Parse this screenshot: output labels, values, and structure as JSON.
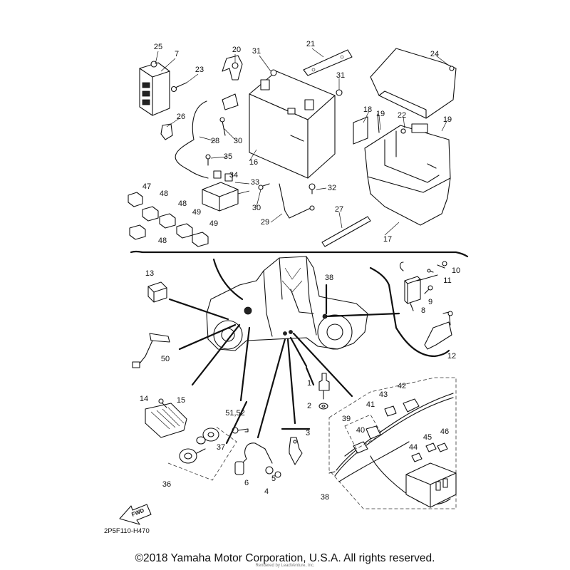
{
  "diagram": {
    "code": "2P5F110-H470",
    "fwd_label": "FWD",
    "copyright": "©2018 Yamaha Motor Corporation, U.S.A. All rights reserved.",
    "watermark": "Rendered by LeadVenture, Inc.",
    "callouts": [
      "1",
      "2",
      "3",
      "4",
      "5",
      "6",
      "7",
      "8",
      "9",
      "10",
      "11",
      "12",
      "13",
      "14",
      "15",
      "16",
      "17",
      "18",
      "19",
      "19",
      "20",
      "21",
      "22",
      "23",
      "24",
      "25",
      "26",
      "27",
      "28",
      "29",
      "30",
      "30",
      "31",
      "31",
      "32",
      "33",
      "34",
      "35",
      "36",
      "37",
      "38",
      "38",
      "39",
      "40",
      "41",
      "42",
      "43",
      "44",
      "45",
      "46",
      "47",
      "48",
      "48",
      "48",
      "49",
      "49",
      "50",
      "51,52"
    ]
  }
}
